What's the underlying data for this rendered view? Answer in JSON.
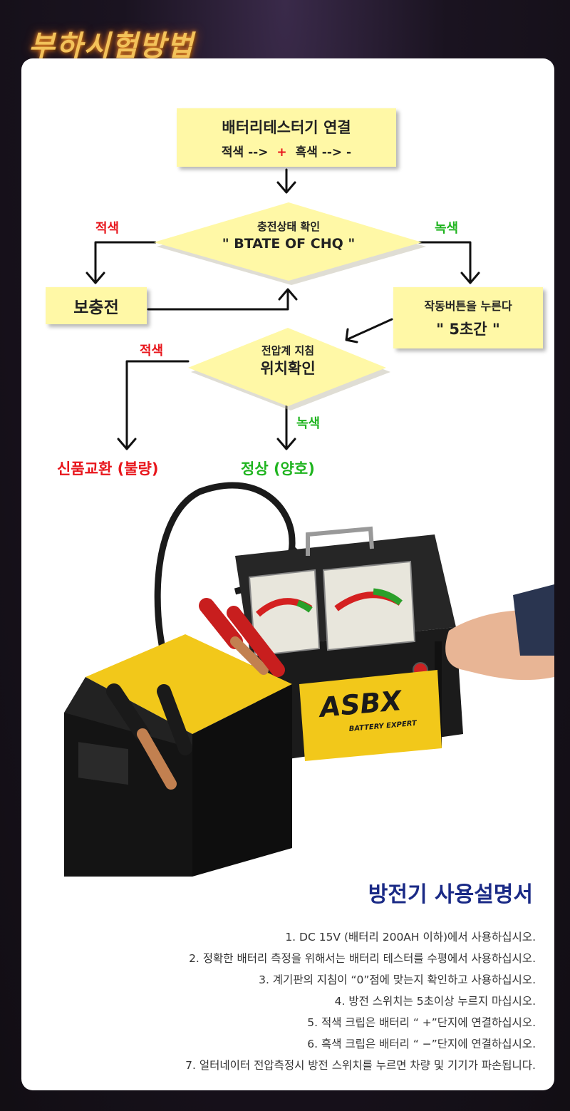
{
  "header": {
    "title": "부하시험방법"
  },
  "flowchart": {
    "connect_box": {
      "line1": "배터리테스터기 연결",
      "line2_a": "적색 -->",
      "line2_plus": "+",
      "line2_b": "흑색 --> -"
    },
    "charge_check": {
      "line1": "충전상태 확인",
      "line2": "\" BTATE OF CHQ \""
    },
    "label_red_left": "적색",
    "label_green_right": "녹색",
    "recharge_box": "보충전",
    "press_box": {
      "line1": "작동버튼을 누른다",
      "line2": "\" 5초간 \""
    },
    "voltage_check": {
      "line1": "전압계 지침",
      "line2": "위치확인"
    },
    "label_red_left2": "적색",
    "label_green_down": "녹색",
    "result_bad": "신품교환 (불량)",
    "result_good": "정상 (양호)"
  },
  "device": {
    "brand": "ASBX",
    "subtitle": "BATTERY EXPERT"
  },
  "manual": {
    "title": "방전기 사용설명서",
    "items": [
      "1. DC  15V (배터리 200AH 이하)에서 사용하십시오.",
      "2. 정확한 배터리 측정을 위해서는 배터리 테스터를 수평에서 사용하십시오.",
      "3. 계기판의 지침이  “0”점에 맞는지 확인하고 사용하십시오.",
      "4. 방전 스위치는 5초이상 누르지 마십시오.",
      "5. 적색 크립은 배터리  “ +”단지에 연결하십시오.",
      "6. 흑색 크립은 배터리  “ −”단지에 연결하십시오.",
      "7. 얼터네이터 전압측정시 방전 스위치를 누르면 차량 및 기기가 파손됩니다."
    ]
  },
  "colors": {
    "box_fill": "#fff8a6",
    "red": "#e8161c",
    "green": "#1fb41f",
    "title_blue": "#1a2a86",
    "header_gold": "#f3c25a"
  }
}
